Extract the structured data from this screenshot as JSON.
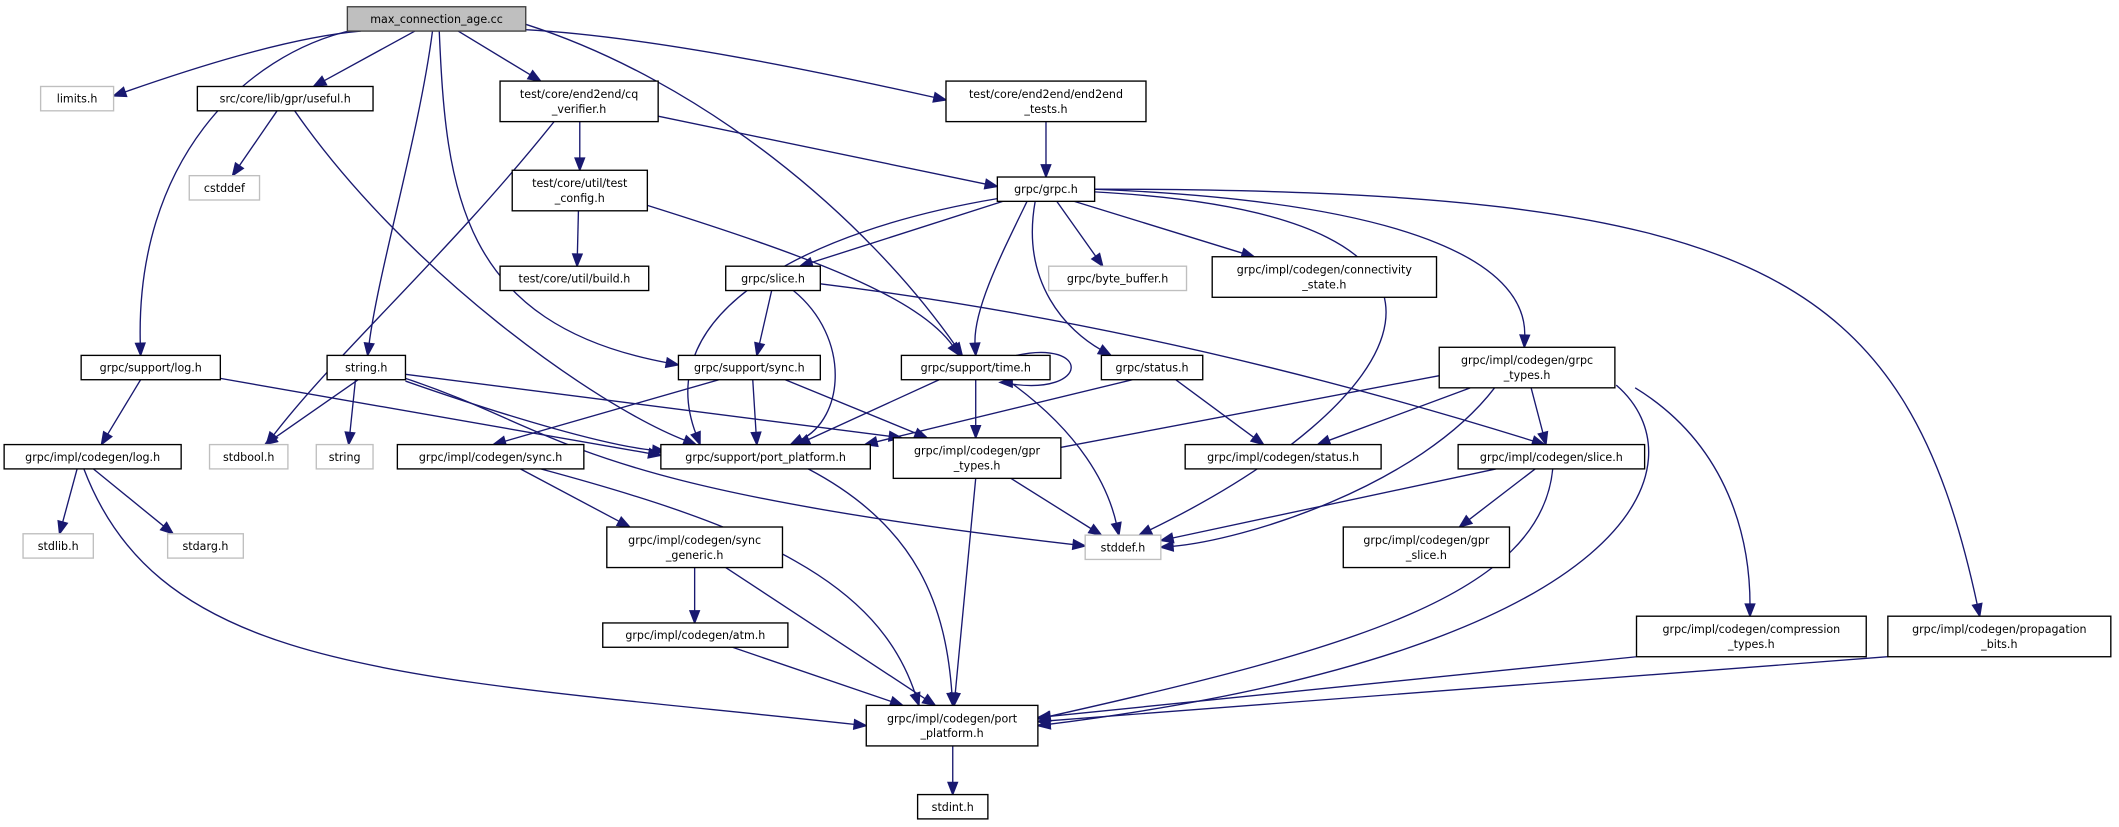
{
  "graph": {
    "title": "max_connection_age.cc",
    "type": "include-dependency-graph",
    "colors": {
      "edge": "#191970",
      "root_fill": "#bfbfbf",
      "node_border": "#000000",
      "external_border": "#bfbfbf"
    },
    "nodes": [
      {
        "id": "root",
        "lines": [
          "max_connection_age.cc"
        ],
        "kind": "root"
      },
      {
        "id": "limits",
        "lines": [
          "limits.h"
        ],
        "kind": "external"
      },
      {
        "id": "useful",
        "lines": [
          "src/core/lib/gpr/useful.h"
        ],
        "kind": "documented"
      },
      {
        "id": "cq_verifier",
        "lines": [
          "test/core/end2end/cq",
          "_verifier.h"
        ],
        "kind": "documented"
      },
      {
        "id": "end2end_tests",
        "lines": [
          "test/core/end2end/end2end",
          "_tests.h"
        ],
        "kind": "documented"
      },
      {
        "id": "cstddef",
        "lines": [
          "cstddef"
        ],
        "kind": "external"
      },
      {
        "id": "test_config",
        "lines": [
          "test/core/util/test",
          "_config.h"
        ],
        "kind": "documented"
      },
      {
        "id": "grpc_h",
        "lines": [
          "grpc/grpc.h"
        ],
        "kind": "documented"
      },
      {
        "id": "build",
        "lines": [
          "test/core/util/build.h"
        ],
        "kind": "documented"
      },
      {
        "id": "slice_h",
        "lines": [
          "grpc/slice.h"
        ],
        "kind": "documented"
      },
      {
        "id": "byte_buffer",
        "lines": [
          "grpc/byte_buffer.h"
        ],
        "kind": "external"
      },
      {
        "id": "connectivity",
        "lines": [
          "grpc/impl/codegen/connectivity",
          "_state.h"
        ],
        "kind": "documented"
      },
      {
        "id": "support_log",
        "lines": [
          "grpc/support/log.h"
        ],
        "kind": "documented"
      },
      {
        "id": "string_h",
        "lines": [
          "string.h"
        ],
        "kind": "documented"
      },
      {
        "id": "support_sync",
        "lines": [
          "grpc/support/sync.h"
        ],
        "kind": "documented"
      },
      {
        "id": "support_time",
        "lines": [
          "grpc/support/time.h"
        ],
        "kind": "documented"
      },
      {
        "id": "status_h",
        "lines": [
          "grpc/status.h"
        ],
        "kind": "documented"
      },
      {
        "id": "grpc_types",
        "lines": [
          "grpc/impl/codegen/grpc",
          "_types.h"
        ],
        "kind": "documented"
      },
      {
        "id": "codegen_log",
        "lines": [
          "grpc/impl/codegen/log.h"
        ],
        "kind": "documented"
      },
      {
        "id": "stdbool",
        "lines": [
          "stdbool.h"
        ],
        "kind": "external"
      },
      {
        "id": "string",
        "lines": [
          "string"
        ],
        "kind": "external"
      },
      {
        "id": "codegen_sync",
        "lines": [
          "grpc/impl/codegen/sync.h"
        ],
        "kind": "documented"
      },
      {
        "id": "support_pp",
        "lines": [
          "grpc/support/port_platform.h"
        ],
        "kind": "documented"
      },
      {
        "id": "gpr_types",
        "lines": [
          "grpc/impl/codegen/gpr",
          "_types.h"
        ],
        "kind": "documented"
      },
      {
        "id": "codegen_status",
        "lines": [
          "grpc/impl/codegen/status.h"
        ],
        "kind": "documented"
      },
      {
        "id": "codegen_slice",
        "lines": [
          "grpc/impl/codegen/slice.h"
        ],
        "kind": "documented"
      },
      {
        "id": "stdlib",
        "lines": [
          "stdlib.h"
        ],
        "kind": "external"
      },
      {
        "id": "stdarg",
        "lines": [
          "stdarg.h"
        ],
        "kind": "external"
      },
      {
        "id": "sync_generic",
        "lines": [
          "grpc/impl/codegen/sync",
          "_generic.h"
        ],
        "kind": "documented"
      },
      {
        "id": "stddef",
        "lines": [
          "stddef.h"
        ],
        "kind": "external"
      },
      {
        "id": "gpr_slice",
        "lines": [
          "grpc/impl/codegen/gpr",
          "_slice.h"
        ],
        "kind": "documented"
      },
      {
        "id": "atm",
        "lines": [
          "grpc/impl/codegen/atm.h"
        ],
        "kind": "documented"
      },
      {
        "id": "compression",
        "lines": [
          "grpc/impl/codegen/compression",
          "_types.h"
        ],
        "kind": "documented"
      },
      {
        "id": "propagation",
        "lines": [
          "grpc/impl/codegen/propagation",
          "_bits.h"
        ],
        "kind": "documented"
      },
      {
        "id": "codegen_pp",
        "lines": [
          "grpc/impl/codegen/port",
          "_platform.h"
        ],
        "kind": "documented"
      },
      {
        "id": "stdint",
        "lines": [
          "stdint.h"
        ],
        "kind": "documented"
      }
    ],
    "edges": [
      [
        "root",
        "limits"
      ],
      [
        "root",
        "useful"
      ],
      [
        "root",
        "cq_verifier"
      ],
      [
        "root",
        "end2end_tests"
      ],
      [
        "root",
        "support_log"
      ],
      [
        "root",
        "string_h"
      ],
      [
        "root",
        "support_sync"
      ],
      [
        "root",
        "support_time"
      ],
      [
        "useful",
        "cstddef"
      ],
      [
        "useful",
        "support_pp"
      ],
      [
        "cq_verifier",
        "test_config"
      ],
      [
        "cq_verifier",
        "grpc_h"
      ],
      [
        "cq_verifier",
        "stdbool"
      ],
      [
        "end2end_tests",
        "grpc_h"
      ],
      [
        "test_config",
        "build"
      ],
      [
        "test_config",
        "support_time"
      ],
      [
        "grpc_h",
        "slice_h"
      ],
      [
        "grpc_h",
        "byte_buffer"
      ],
      [
        "grpc_h",
        "connectivity"
      ],
      [
        "grpc_h",
        "support_time"
      ],
      [
        "grpc_h",
        "status_h"
      ],
      [
        "grpc_h",
        "grpc_types"
      ],
      [
        "grpc_h",
        "propagation"
      ],
      [
        "grpc_h",
        "support_pp"
      ],
      [
        "grpc_h",
        "stddef"
      ],
      [
        "slice_h",
        "support_sync"
      ],
      [
        "slice_h",
        "support_pp"
      ],
      [
        "slice_h",
        "codegen_slice"
      ],
      [
        "support_log",
        "codegen_log"
      ],
      [
        "support_log",
        "support_pp"
      ],
      [
        "string_h",
        "stdbool"
      ],
      [
        "string_h",
        "string"
      ],
      [
        "string_h",
        "support_pp"
      ],
      [
        "string_h",
        "gpr_types"
      ],
      [
        "string_h",
        "stddef"
      ],
      [
        "support_sync",
        "codegen_sync"
      ],
      [
        "support_sync",
        "support_pp"
      ],
      [
        "support_sync",
        "gpr_types"
      ],
      [
        "support_time",
        "support_time"
      ],
      [
        "support_time",
        "support_pp"
      ],
      [
        "support_time",
        "gpr_types"
      ],
      [
        "support_time",
        "stddef"
      ],
      [
        "status_h",
        "support_pp"
      ],
      [
        "status_h",
        "codegen_status"
      ],
      [
        "grpc_types",
        "gpr_types"
      ],
      [
        "grpc_types",
        "codegen_status"
      ],
      [
        "grpc_types",
        "codegen_slice"
      ],
      [
        "grpc_types",
        "stddef"
      ],
      [
        "grpc_types",
        "compression"
      ],
      [
        "grpc_types",
        "codegen_pp"
      ],
      [
        "codegen_log",
        "stdlib"
      ],
      [
        "codegen_log",
        "stdarg"
      ],
      [
        "codegen_log",
        "codegen_pp"
      ],
      [
        "codegen_sync",
        "sync_generic"
      ],
      [
        "codegen_sync",
        "codegen_pp"
      ],
      [
        "support_pp",
        "codegen_pp"
      ],
      [
        "gpr_types",
        "stddef"
      ],
      [
        "gpr_types",
        "codegen_pp"
      ],
      [
        "codegen_slice",
        "stddef"
      ],
      [
        "codegen_slice",
        "gpr_slice"
      ],
      [
        "codegen_slice",
        "codegen_pp"
      ],
      [
        "sync_generic",
        "atm"
      ],
      [
        "sync_generic",
        "codegen_pp"
      ],
      [
        "atm",
        "codegen_pp"
      ],
      [
        "compression",
        "codegen_pp"
      ],
      [
        "propagation",
        "codegen_pp"
      ],
      [
        "codegen_pp",
        "stdint"
      ]
    ]
  }
}
